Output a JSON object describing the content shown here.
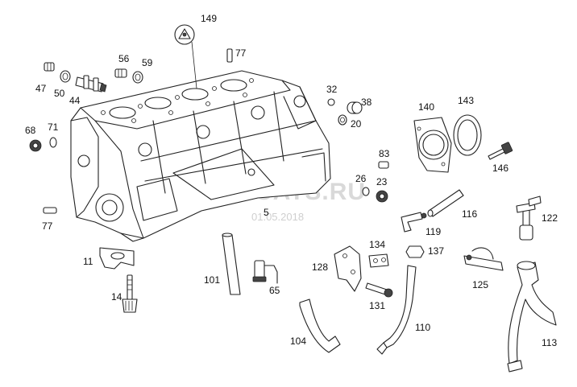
{
  "watermark": {
    "site": "WWW.ELCATS.RU",
    "date": "01.05.2018"
  },
  "callouts": {
    "c149": "149",
    "c77a": "77",
    "c56": "56",
    "c59": "59",
    "c47": "47",
    "c50": "50",
    "c44": "44",
    "c32": "32",
    "c38": "38",
    "c20": "20",
    "c140": "140",
    "c143": "143",
    "c68": "68",
    "c71": "71",
    "c83": "83",
    "c146": "146",
    "c26": "26",
    "c23": "23",
    "c116": "116",
    "c122": "122",
    "c5": "5",
    "c77b": "77",
    "c119": "119",
    "c134": "134",
    "c137": "137",
    "c11": "11",
    "c128": "128",
    "c101": "101",
    "c65": "65",
    "c125": "125",
    "c14": "14",
    "c131": "131",
    "c110": "110",
    "c104": "104",
    "c113": "113"
  }
}
